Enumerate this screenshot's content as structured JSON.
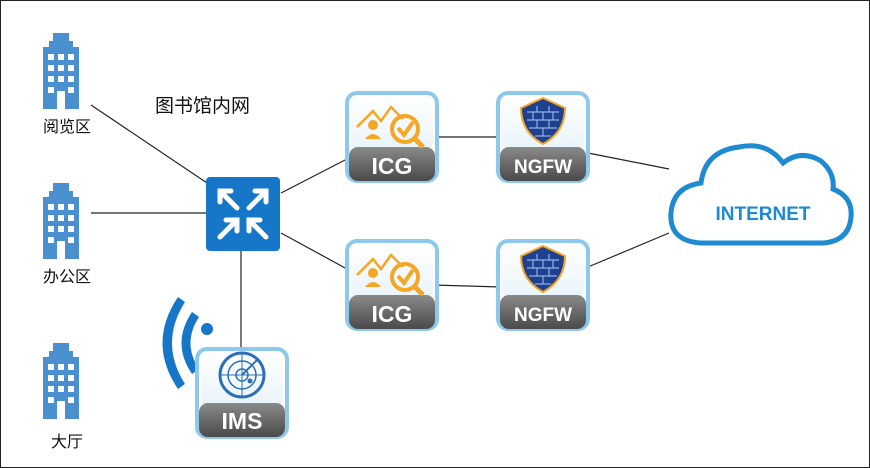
{
  "title": "图书馆内网",
  "buildings": [
    {
      "label": "阅览区"
    },
    {
      "label": "办公区"
    },
    {
      "label": "大厅"
    }
  ],
  "devices": {
    "icg_top": "ICG",
    "icg_bottom": "ICG",
    "ngfw_top": "NGFW",
    "ngfw_bottom": "NGFW",
    "ims": "IMS"
  },
  "cloud": "INTERNET",
  "colors": {
    "building": "#4a90d0",
    "switch": "#1677c8",
    "device_frame": "#8ec8ec",
    "device_label_bg": "#6e6e6e",
    "icg_accent": "#f5a623",
    "ngfw_shield": "#1f3f8f",
    "cloud": "#1e8ad0"
  }
}
